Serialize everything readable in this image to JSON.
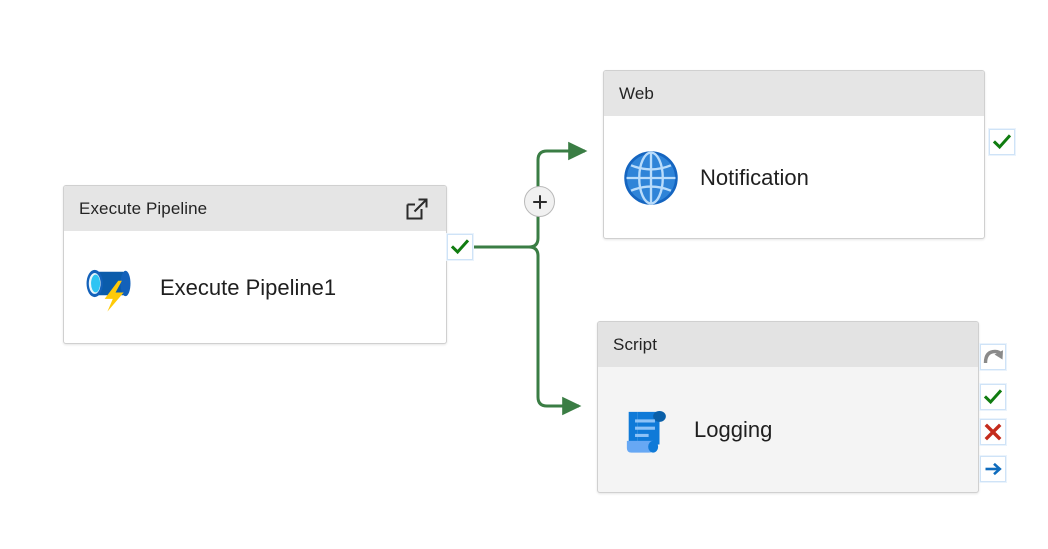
{
  "canvas": {
    "background_color": "#ffffff",
    "edge_color": "#3a7d44",
    "name": "pipeline-authoring-canvas"
  },
  "nodes": [
    {
      "id": "execute-pipeline",
      "type_label": "Execute Pipeline",
      "activity_name": "Execute Pipeline1",
      "icon": "execute-pipeline-icon",
      "header_action_icon": "open-in-new-window-icon",
      "header_color": "#e5e5e5",
      "body_color": "#ffffff",
      "ports": [
        {
          "name": "success",
          "icon": "green-check-icon",
          "color": "#107c10"
        }
      ]
    },
    {
      "id": "web",
      "type_label": "Web",
      "activity_name": "Notification",
      "icon": "globe-icon",
      "header_color": "#e5e5e5",
      "body_color": "#ffffff",
      "ports": [
        {
          "name": "success",
          "icon": "green-check-icon",
          "color": "#107c10"
        }
      ]
    },
    {
      "id": "script",
      "type_label": "Script",
      "activity_name": "Logging",
      "icon": "script-scroll-icon",
      "header_color": "#e3e3e3",
      "body_color": "#f4f4f4",
      "ports": [
        {
          "name": "skip",
          "icon": "skip-curved-arrow-icon",
          "color": "#8a8a8a"
        },
        {
          "name": "success",
          "icon": "green-check-icon",
          "color": "#107c10"
        },
        {
          "name": "failure",
          "icon": "red-x-icon",
          "color": "#c42b1c"
        },
        {
          "name": "completion",
          "icon": "blue-arrow-icon",
          "color": "#0f6cbd"
        }
      ]
    }
  ],
  "edges": [
    {
      "from": "execute-pipeline.success",
      "to": "web",
      "type": "success"
    },
    {
      "from": "execute-pipeline.success",
      "to": "script",
      "type": "success"
    }
  ],
  "add_activity_button": {
    "label": "+",
    "name": "add-activity-between-button"
  }
}
